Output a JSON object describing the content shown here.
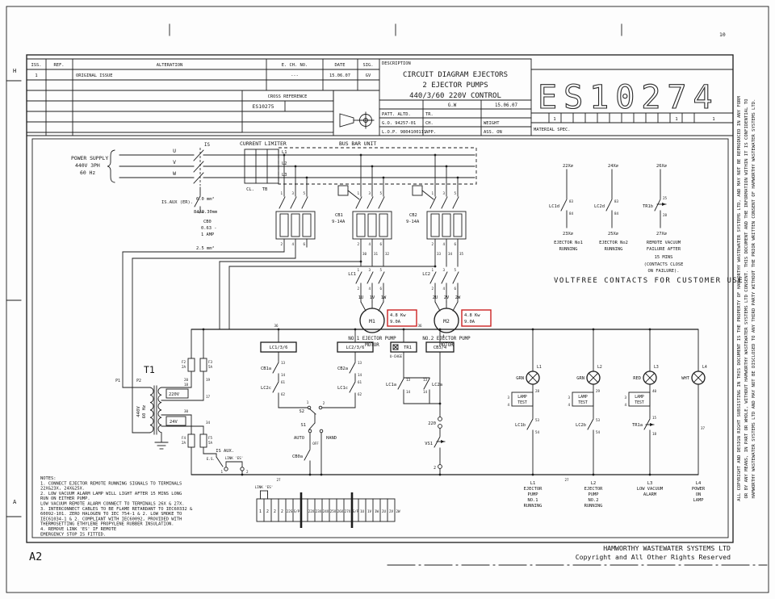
{
  "sheet": {
    "size": "A2",
    "zone_top": "10",
    "zone_h": "H",
    "zone_a": "A"
  },
  "rev": {
    "h_iss": "ISS.",
    "h_ref": "REF.",
    "h_alt": "ALTERATION",
    "h_ech": "E. CH. NO.",
    "h_date": "DATE",
    "h_sig": "SIG.",
    "r1_iss": "1",
    "r1_alt": "ORIGINAL ISSUE",
    "r1_ech": "---",
    "r1_date": "15.06.07",
    "r1_sig": "GV",
    "cross_label": "CROSS REFERENCE",
    "cross_value": "ES10275"
  },
  "desc": {
    "label": "DESCRIPTION",
    "title1": "CIRCUIT DIAGRAM  EJECTORS",
    "title2": "2 EJECTOR PUMPS",
    "title3": "440/3/60  220V CONTROL",
    "drawn": "G.W",
    "date": "15.06.07",
    "patt": "PATT. ALTD.",
    "tr": "TR.",
    "go": "G.O.  94257-01",
    "ch": "CH.",
    "weight": "WEIGHT",
    "lop": "L.O.P.  9804100111",
    "app": "APP.",
    "ass": "ASS. ON",
    "material": "MATERIAL SPEC."
  },
  "dwg": {
    "number": "ES10274",
    "one": "1"
  },
  "power": {
    "label1": "POWER SUPPLY",
    "label2": "440V 3PH",
    "label3": "60 Hz",
    "u": "U",
    "v": "V",
    "w": "W",
    "is": "IS",
    "isaux": "IS.AUX (ER).",
    "cl_title": "CURRENT LIMITER",
    "cl": "CL.",
    "tb": "TB",
    "busbar": "BUS BAR UNIT",
    "l1": "L1",
    "l2": "L2",
    "l3": "L3",
    "sz1": "6.0 mm²",
    "sz1b": "84/0.30mm",
    "sz2": "2.5 mm²",
    "cb0a": "CB0",
    "cb0b": "0.63 -",
    "cb0c": "1 AMP",
    "cb1a": "CB1",
    "cb1b": "9-14A",
    "cb2a": "CB2",
    "cb2b": "9-14A",
    "n1": "1",
    "n3": "3",
    "n5": "5",
    "n2": "2",
    "n4": "4",
    "n6": "6",
    "lc1": "LC1",
    "lc2": "LC2",
    "w30": "30",
    "w31": "31",
    "w32": "32",
    "w33": "33",
    "w34": "34",
    "w35": "35",
    "c1u": "1U",
    "c1v": "1V",
    "c1w": "1W",
    "c2u": "2U",
    "c2v": "2V",
    "c2w": "2W",
    "m1": "M1",
    "m2": "M2",
    "kw": "4.8 Kw",
    "amps": "9.0A",
    "m1cap1": "NO.1 EJECTOR PUMP",
    "m1cap2": "MOTOR",
    "m2cap1": "NO.2 EJECTOR PUMP",
    "m2cap2": "MOTOR"
  },
  "vf": {
    "t22": "22X⌀",
    "t23": "23X⌀",
    "t24": "24X⌀",
    "t25": "25X⌀",
    "t26": "26X⌀",
    "t27": "27X⌀",
    "lc1d": "LC1d",
    "lc2d": "LC2d",
    "tr1b": "TR1b",
    "n83": "83",
    "n84": "84",
    "n25": "25",
    "n28": "28",
    "c1a": "EJECTOR No1",
    "c1b": "RUNNING",
    "c2a": "EJECTOR No2",
    "c2b": "RUNNING",
    "c3": [
      "REMOTE VACUUM",
      "FAILURE AFTER",
      "15 MINS",
      "(CONTACTS CLOSE",
      "ON FAILURE)."
    ],
    "title": "VOLTFREE CONTACTS FOR CUSTOMER USE"
  },
  "xf": {
    "t1": "T1",
    "p1": "P1",
    "p2": "P2",
    "v440": "440V",
    "hz": "60 Hz",
    "tap220": "220V",
    "tap24": "24V",
    "f2": "F2",
    "f2a": "2A",
    "f3": "F3",
    "f3a": "5A",
    "f4": "F4",
    "f4a": "2A",
    "f5": "F5",
    "f5a": "5A",
    "isaux": "IS AUX.",
    "es": "E.S.",
    "n1": "1",
    "n2": "2",
    "w20": "20",
    "w19": "19",
    "w18": "18",
    "w17": "17",
    "w30": "30",
    "w34": "34"
  },
  "lad": {
    "w36": "36",
    "w27": "27",
    "w37": "37",
    "w4": "4",
    "w28": "28",
    "w29": "29",
    "w40": "40",
    "coil1": "LC1/3/6",
    "coil2": "LC2/3/6",
    "tr1": "TR1",
    "cb34": "CB3/4",
    "uchge": "U-CHGE",
    "cb1a": "CB1a",
    "cb2a": "CB2a",
    "lc1c": "LC1c",
    "lc2c": "LC2c",
    "cb0a": "CB0a",
    "lc1a": "LC1a",
    "lc2a": "LC2a",
    "s2": "S2",
    "s2p1": "1",
    "s2p2": "2",
    "s1": "S1",
    "auto": "AUTO",
    "off": "OFF",
    "hand": "HAND",
    "t220": "220",
    "vs1": "VS1",
    "t2": "2",
    "n13": "13",
    "n14": "14",
    "n61": "61",
    "n62": "62",
    "n53": "53",
    "n54": "54",
    "n15": "15",
    "n18": "18",
    "n3": "3",
    "n4": "4"
  },
  "lamps": {
    "l1": "L1",
    "l2": "L2",
    "l3": "L3",
    "l4": "L4",
    "grn": "GRN",
    "red": "RED",
    "wht": "WHT",
    "lamp": "LAMP",
    "test": "TEST",
    "lc1b": "LC1b",
    "lc2b": "LC2b",
    "tr1a": "TR1a",
    "c1": [
      "L1",
      "EJECTOR",
      "PUMP",
      "NO.1",
      "RUNNING"
    ],
    "c2": [
      "L2",
      "EJECTOR",
      "PUMP",
      "NO.2",
      "RUNNING"
    ],
    "c3": [
      "L3",
      "LOW VACUUM",
      "ALARM"
    ],
    "c4": [
      "L4",
      "POWER",
      "ON",
      "LAMP"
    ]
  },
  "term": {
    "link": "LINK 'ES'",
    "cells": [
      "1",
      "2",
      "2",
      "2",
      "22S",
      "S/P",
      "22X",
      "23X",
      "24X",
      "25X",
      "26X",
      "27X",
      "S/P",
      "1U",
      "1V",
      "1W",
      "2U",
      "2V",
      "2W"
    ]
  },
  "notes": {
    "lines": [
      "NOTES:",
      "1. CONNECT EJECTOR REMOTE RUNNING SIGNALS TO TERMINALS",
      "22X&23X, 24X&25X.",
      "2. LOW VACUUM ALARM LAMP WILL LIGHT AFTER 15 MINS LONG",
      "RUN ON EITHER PUMP.",
      "LOW VACUUM REMOTE ALARM CONNECT TO TERMINALS 26X & 27X.",
      "3. INTERCONNECT CABLES TO BE FLAME RETARDANT TO IEC60332 &",
      "60092-101. ZERO HALOGEN TO IEC 754-1 & 2. LOW SMOKE TO",
      "IEC61034-1 & 2. COMPLIANT WITH IEC60092, PROVIDED WITH",
      "THERMOSETTING ETHYLENE PROPYLENE RUBBER INSULATION.",
      "4. REMOVE LINK 'ES' IF REMOTE",
      "EMERGENCY STOP IS FITTED."
    ]
  },
  "footer": {
    "company": "HAMWORTHY WASTEWATER SYSTEMS LTD",
    "rights": "Copyright and All Other Rights Reserved"
  },
  "side": {
    "l1": "ALL COPYRIGHT AND DESIGN RIGHT SUBSISTING IN THIS DOCUMENT IS THE PROPERTY OF HAMWORTHY WASTEWATER SYSTEMS LTD, AND MAY NOT BE REPRODUCED IN ANY FORM",
    "l2": "OR BY ANY MEANS, IN PART OR WHOLE, WITHOUT HAMWORTHY WASTEWATER SYSTEMS LTD CONSENT. THIS DOCUMENT AND THE INFORMATION WITHIN IT IS CONFIDENTIAL TO",
    "l3": "HAMWORTHY WASTEWATER SYSTEMS LTD AND MAY NOT BE DISCLOSED TO ANY THIRD PARTY WITHOUT THE PRIOR WRITTEN CONSENT OF HAMWORTHY WASTEWATER SYSTEMS LTD."
  }
}
